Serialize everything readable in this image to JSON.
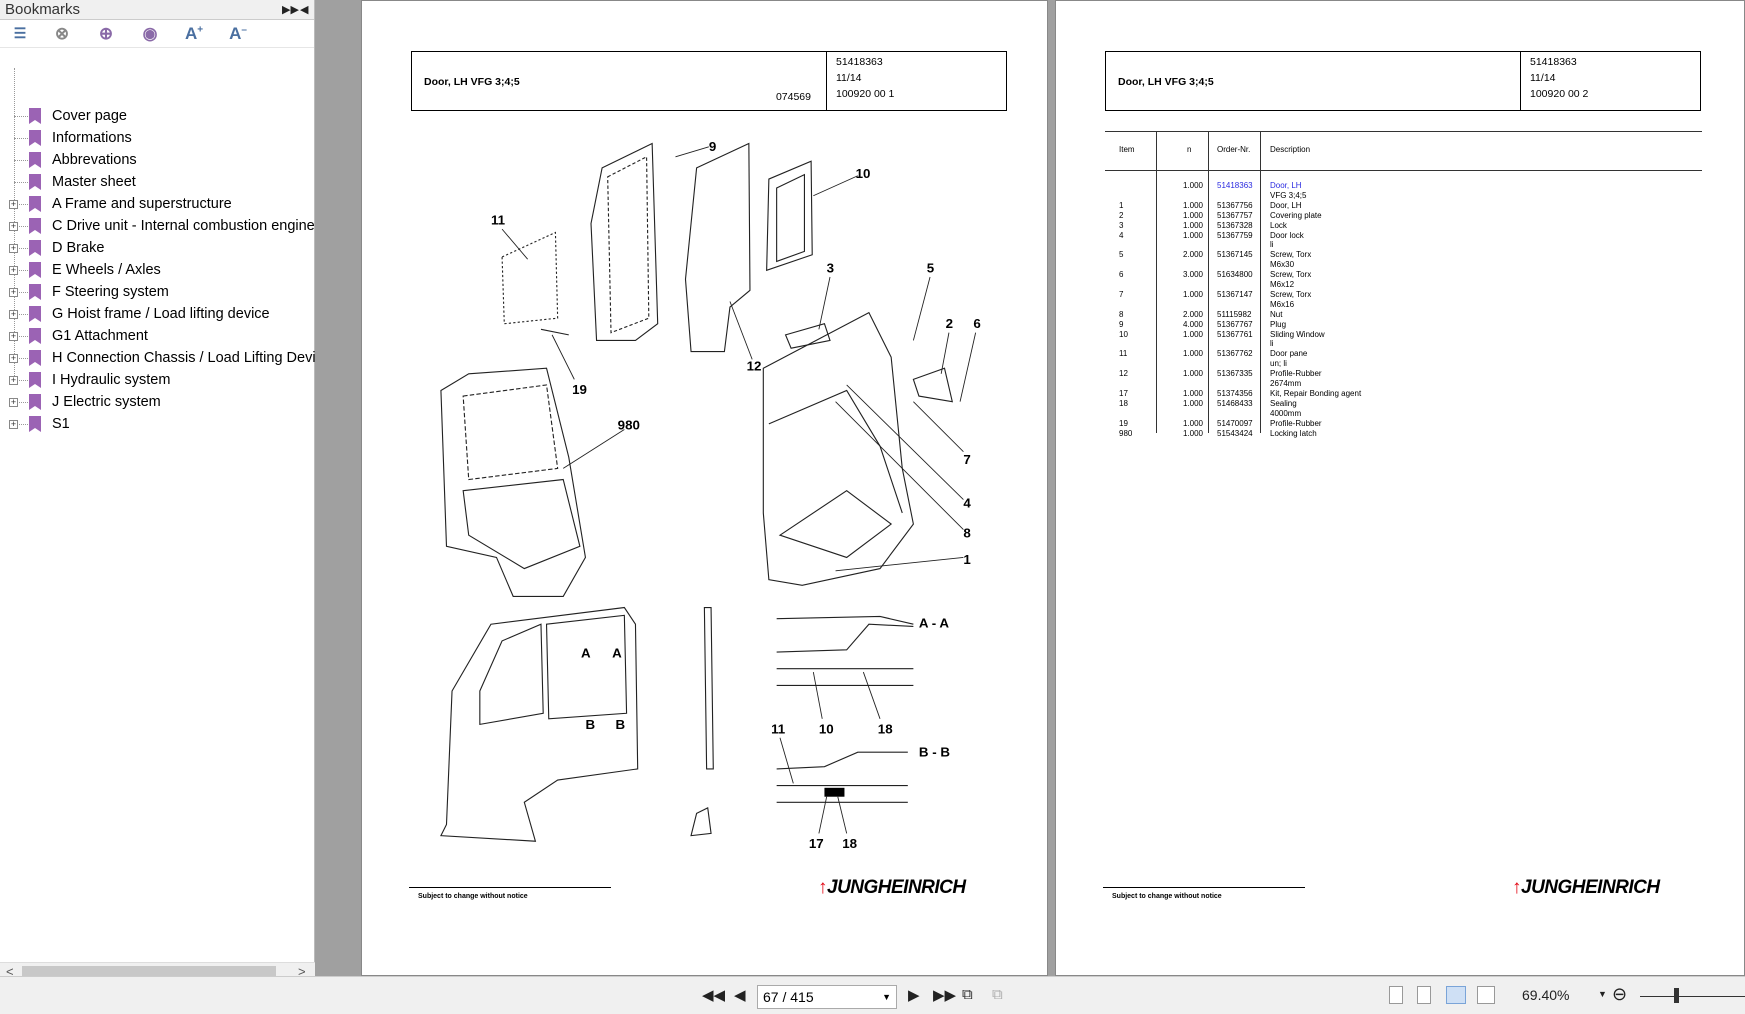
{
  "sidebar": {
    "title": "Bookmarks",
    "tools": [
      "bookmark-options",
      "delete-bookmark",
      "add-bookmark",
      "find-bookmark",
      "increase-text-size",
      "decrease-text-size"
    ],
    "items": [
      {
        "label": "Cover page",
        "expandable": false
      },
      {
        "label": "Informations",
        "expandable": false
      },
      {
        "label": "Abbrevations",
        "expandable": false
      },
      {
        "label": "Master sheet",
        "expandable": false
      },
      {
        "label": "A Frame and superstructure",
        "expandable": true
      },
      {
        "label": "C Drive unit - Internal combustion engine",
        "expandable": true
      },
      {
        "label": "D Brake",
        "expandable": true
      },
      {
        "label": "E Wheels / Axles",
        "expandable": true
      },
      {
        "label": "F Steering system",
        "expandable": true
      },
      {
        "label": "G Hoist frame / Load lifting device",
        "expandable": true
      },
      {
        "label": "G1 Attachment",
        "expandable": true
      },
      {
        "label": "H Connection Chassis / Load Lifting Device",
        "expandable": true
      },
      {
        "label": "I Hydraulic system",
        "expandable": true
      },
      {
        "label": "J Electric system",
        "expandable": true
      },
      {
        "label": "S1",
        "expandable": true
      }
    ]
  },
  "left_page": {
    "header": {
      "title": "Door, LH VFG 3;4;5",
      "drawing_no": "074569",
      "part_no": "51418363",
      "date": "11/14",
      "sheet": "100920 00 1"
    },
    "callouts": [
      "9",
      "10",
      "11",
      "3",
      "5",
      "2",
      "6",
      "12",
      "19",
      "980",
      "7",
      "4",
      "8",
      "1",
      "A - A",
      "A",
      "A",
      "B",
      "B",
      "10",
      "18",
      "11",
      "B - B",
      "17",
      "18"
    ],
    "footer": "Subject to change without notice",
    "logo": "JUNGHEINRICH"
  },
  "right_page": {
    "header": {
      "title": "Door, LH VFG 3;4;5",
      "part_no": "51418363",
      "date": "11/14",
      "sheet": "100920 00 2"
    },
    "table": {
      "columns": [
        "Item",
        "n",
        "Order-Nr.",
        "Description"
      ],
      "rows": [
        {
          "item": "",
          "n": "1.000",
          "order": "51418363",
          "desc": "Door, LH",
          "link": true
        },
        {
          "item": "",
          "n": "",
          "order": "",
          "desc": "VFG 3;4;5"
        },
        {
          "item": "1",
          "n": "1.000",
          "order": "51367756",
          "desc": "Door, LH"
        },
        {
          "item": "2",
          "n": "1.000",
          "order": "51367757",
          "desc": "Covering plate"
        },
        {
          "item": "3",
          "n": "1.000",
          "order": "51367328",
          "desc": "Lock"
        },
        {
          "item": "4",
          "n": "1.000",
          "order": "51367759",
          "desc": "Door lock"
        },
        {
          "item": "",
          "n": "",
          "order": "",
          "desc": "li"
        },
        {
          "item": "5",
          "n": "2.000",
          "order": "51367145",
          "desc": "Screw, Torx"
        },
        {
          "item": "",
          "n": "",
          "order": "",
          "desc": "M6x30"
        },
        {
          "item": "6",
          "n": "3.000",
          "order": "51634800",
          "desc": "Screw, Torx"
        },
        {
          "item": "",
          "n": "",
          "order": "",
          "desc": "M6x12"
        },
        {
          "item": "7",
          "n": "1.000",
          "order": "51367147",
          "desc": "Screw, Torx"
        },
        {
          "item": "",
          "n": "",
          "order": "",
          "desc": "M6x16"
        },
        {
          "item": "8",
          "n": "2.000",
          "order": "51115982",
          "desc": "Nut"
        },
        {
          "item": "9",
          "n": "4.000",
          "order": "51367767",
          "desc": "Plug"
        },
        {
          "item": "10",
          "n": "1.000",
          "order": "51367761",
          "desc": "Sliding Window"
        },
        {
          "item": "",
          "n": "",
          "order": "",
          "desc": "li"
        },
        {
          "item": "11",
          "n": "1.000",
          "order": "51367762",
          "desc": "Door pane"
        },
        {
          "item": "",
          "n": "",
          "order": "",
          "desc": "un; li"
        },
        {
          "item": "12",
          "n": "1.000",
          "order": "51367335",
          "desc": "Profile-Rubber"
        },
        {
          "item": "",
          "n": "",
          "order": "",
          "desc": "2674mm"
        },
        {
          "item": "17",
          "n": "1.000",
          "order": "51374356",
          "desc": "Kit, Repair  Bonding agent"
        },
        {
          "item": "18",
          "n": "1.000",
          "order": "51468433",
          "desc": "Sealing"
        },
        {
          "item": "",
          "n": "",
          "order": "",
          "desc": "4000mm"
        },
        {
          "item": "19",
          "n": "1.000",
          "order": "51470097",
          "desc": "Profile-Rubber"
        },
        {
          "item": "980",
          "n": "1.000",
          "order": "51543424",
          "desc": "Locking latch"
        }
      ]
    },
    "footer": "Subject to change without notice",
    "logo": "JUNGHEINRICH"
  },
  "toolbar": {
    "page_indicator": "67 / 415",
    "zoom": "69.40%",
    "zoom_fraction": 0.35
  },
  "colors": {
    "link": "#2a2ae0",
    "bookmark": "#9b63b4",
    "logo_accent": "#e30613"
  }
}
